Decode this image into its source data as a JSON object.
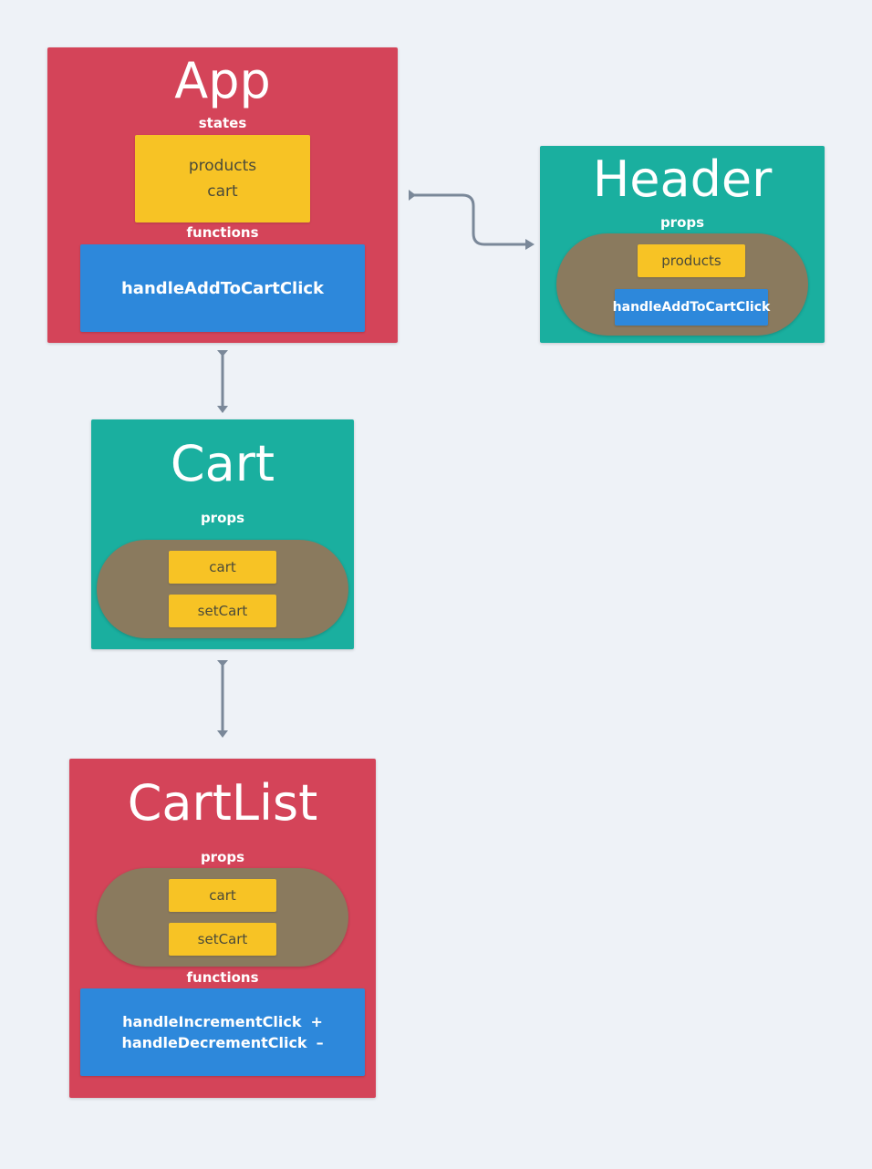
{
  "colors": {
    "background": "#eef2f7",
    "red_component": "#d44459",
    "teal_component": "#1aaf9f",
    "state_box": "#f7c325",
    "function_box": "#2d88db",
    "props_pill": "#8a7a5e",
    "arrow": "#7a8899"
  },
  "app": {
    "title": "App",
    "states_label": "states",
    "states": [
      "products",
      "cart"
    ],
    "functions_label": "functions",
    "function": "handleAddToCartClick"
  },
  "header": {
    "title": "Header",
    "props_label": "props",
    "prop_state": "products",
    "prop_function": "handleAddToCartClick"
  },
  "cart": {
    "title": "Cart",
    "props_label": "props",
    "props": [
      "cart",
      "setCart"
    ]
  },
  "cartlist": {
    "title": "CartList",
    "props_label": "props",
    "props": [
      "cart",
      "setCart"
    ],
    "functions_label": "functions",
    "functions": [
      {
        "name": "handleIncrementClick",
        "symbol": "+"
      },
      {
        "name": "handleDecrementClick",
        "symbol": "–"
      }
    ]
  },
  "arrows": [
    {
      "from": "App",
      "to": "Header"
    },
    {
      "from": "App",
      "to": "Cart"
    },
    {
      "from": "Cart",
      "to": "CartList"
    }
  ]
}
